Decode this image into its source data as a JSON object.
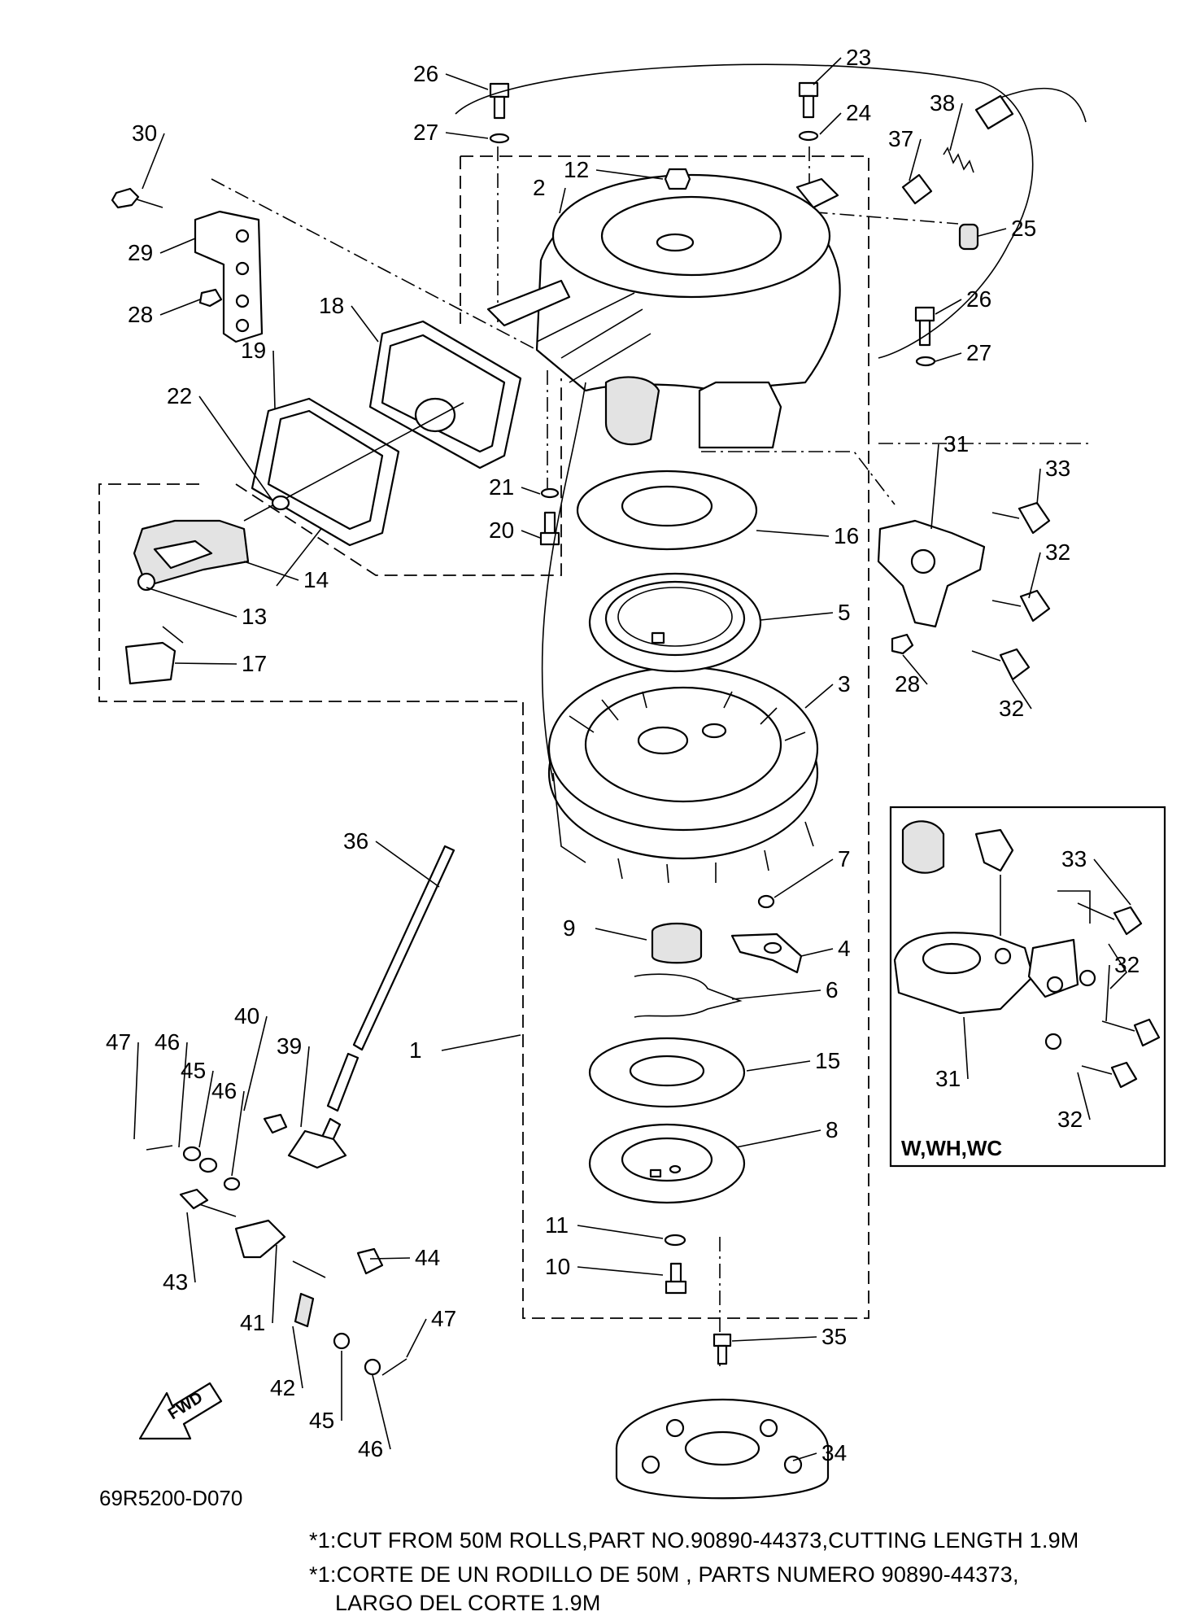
{
  "diagram": {
    "figure_code": "69R5200-D070",
    "inset_label": "W,WH,WC",
    "fwd_label": "FWD",
    "notes": [
      "*1:CUT FROM 50M ROLLS,PART NO.90890-44373,CUTTING LENGTH 1.9M",
      "*1:CORTE DE UN RODILLO DE 50M , PARTS NUMERO 90890-44373,",
      "LARGO DEL CORTE 1.9M"
    ],
    "callouts": [
      {
        "id": "c1",
        "text": "1"
      },
      {
        "id": "c2",
        "text": "2"
      },
      {
        "id": "c3",
        "text": "3"
      },
      {
        "id": "c4",
        "text": "4"
      },
      {
        "id": "c5",
        "text": "5"
      },
      {
        "id": "c6",
        "text": "6"
      },
      {
        "id": "c7",
        "text": "7"
      },
      {
        "id": "c8",
        "text": "8"
      },
      {
        "id": "c9",
        "text": "9"
      },
      {
        "id": "c10",
        "text": "10"
      },
      {
        "id": "c11",
        "text": "11"
      },
      {
        "id": "c12",
        "text": "12"
      },
      {
        "id": "c13",
        "text": "13"
      },
      {
        "id": "c14",
        "text": "14"
      },
      {
        "id": "c15",
        "text": "15"
      },
      {
        "id": "c16",
        "text": "16"
      },
      {
        "id": "c17",
        "text": "17"
      },
      {
        "id": "c18",
        "text": "18"
      },
      {
        "id": "c19",
        "text": "19"
      },
      {
        "id": "c20",
        "text": "20"
      },
      {
        "id": "c21",
        "text": "21"
      },
      {
        "id": "c22",
        "text": "22"
      },
      {
        "id": "c23",
        "text": "23"
      },
      {
        "id": "c24",
        "text": "24"
      },
      {
        "id": "c25",
        "text": "25"
      },
      {
        "id": "c26a",
        "text": "26"
      },
      {
        "id": "c26b",
        "text": "26"
      },
      {
        "id": "c27a",
        "text": "27"
      },
      {
        "id": "c27b",
        "text": "27"
      },
      {
        "id": "c28a",
        "text": "28"
      },
      {
        "id": "c28b",
        "text": "28"
      },
      {
        "id": "c29",
        "text": "29"
      },
      {
        "id": "c30",
        "text": "30"
      },
      {
        "id": "c31a",
        "text": "31"
      },
      {
        "id": "c31b",
        "text": "31"
      },
      {
        "id": "c32a",
        "text": "32"
      },
      {
        "id": "c32b",
        "text": "32"
      },
      {
        "id": "c32c",
        "text": "32"
      },
      {
        "id": "c32d",
        "text": "32"
      },
      {
        "id": "c33a",
        "text": "33"
      },
      {
        "id": "c33b",
        "text": "33"
      },
      {
        "id": "c34",
        "text": "34"
      },
      {
        "id": "c35",
        "text": "35"
      },
      {
        "id": "c36",
        "text": "36"
      },
      {
        "id": "c37",
        "text": "37"
      },
      {
        "id": "c38",
        "text": "38"
      },
      {
        "id": "c39",
        "text": "39"
      },
      {
        "id": "c40",
        "text": "40"
      },
      {
        "id": "c41",
        "text": "41"
      },
      {
        "id": "c42",
        "text": "42"
      },
      {
        "id": "c43",
        "text": "43"
      },
      {
        "id": "c44",
        "text": "44"
      },
      {
        "id": "c45a",
        "text": "45"
      },
      {
        "id": "c45b",
        "text": "45"
      },
      {
        "id": "c46a",
        "text": "46"
      },
      {
        "id": "c46b",
        "text": "46"
      },
      {
        "id": "c46c",
        "text": "46"
      },
      {
        "id": "c47a",
        "text": "47"
      },
      {
        "id": "c47b",
        "text": "47"
      }
    ]
  }
}
